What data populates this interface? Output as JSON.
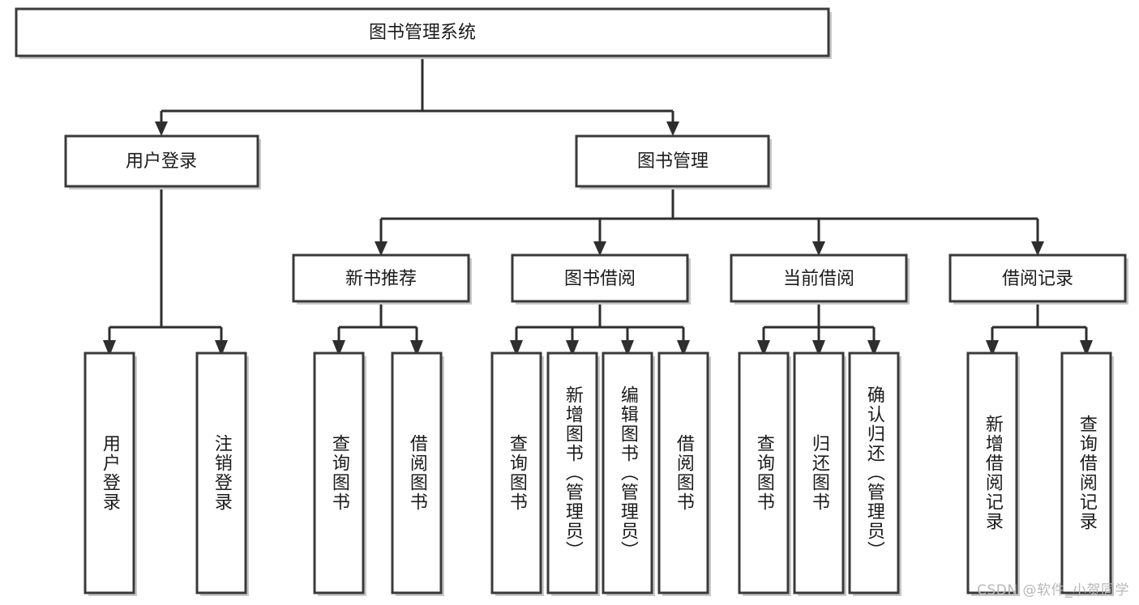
{
  "diagram": {
    "type": "tree-hierarchy",
    "title": "图书管理系统",
    "root": {
      "id": "root",
      "label": "图书管理系统",
      "level": 1,
      "orientation": "horizontal"
    },
    "level2": [
      {
        "id": "user-login",
        "label": "用户登录",
        "level": 2,
        "orientation": "horizontal"
      },
      {
        "id": "book-manage",
        "label": "图书管理",
        "level": 2,
        "orientation": "horizontal"
      }
    ],
    "level3": [
      {
        "id": "new-book-rec",
        "label": "新书推荐",
        "level": 3,
        "orientation": "horizontal",
        "parent": "book-manage"
      },
      {
        "id": "book-borrow",
        "label": "图书借阅",
        "level": 3,
        "orientation": "horizontal",
        "parent": "book-manage"
      },
      {
        "id": "current-borrow",
        "label": "当前借阅",
        "level": 3,
        "orientation": "horizontal",
        "parent": "book-manage"
      },
      {
        "id": "borrow-record",
        "label": "借阅记录",
        "level": 3,
        "orientation": "horizontal",
        "parent": "book-manage"
      }
    ],
    "leaves": [
      {
        "id": "leaf-user-login",
        "label": "用户登录",
        "orientation": "vertical",
        "parent": "user-login"
      },
      {
        "id": "leaf-user-logout",
        "label": "注销登录",
        "orientation": "vertical",
        "parent": "user-login"
      },
      {
        "id": "leaf-query-book-1",
        "label": "查询图书",
        "orientation": "vertical",
        "parent": "new-book-rec"
      },
      {
        "id": "leaf-borrow-book-1",
        "label": "借阅图书",
        "orientation": "vertical",
        "parent": "new-book-rec"
      },
      {
        "id": "leaf-query-book-2",
        "label": "查询图书",
        "orientation": "vertical",
        "parent": "book-borrow"
      },
      {
        "id": "leaf-add-book",
        "label": "新增图书（管理员）",
        "orientation": "vertical",
        "parent": "book-borrow"
      },
      {
        "id": "leaf-edit-book",
        "label": "编辑图书（管理员）",
        "orientation": "vertical",
        "parent": "book-borrow"
      },
      {
        "id": "leaf-borrow-book-2",
        "label": "借阅图书",
        "orientation": "vertical",
        "parent": "book-borrow"
      },
      {
        "id": "leaf-query-book-3",
        "label": "查询图书",
        "orientation": "vertical",
        "parent": "current-borrow"
      },
      {
        "id": "leaf-return-book",
        "label": "归还图书",
        "orientation": "vertical",
        "parent": "current-borrow"
      },
      {
        "id": "leaf-confirm-return",
        "label": "确认归还（管理员）",
        "orientation": "vertical",
        "parent": "current-borrow"
      },
      {
        "id": "leaf-add-record",
        "label": "新增借阅记录",
        "orientation": "vertical",
        "parent": "borrow-record"
      },
      {
        "id": "leaf-query-record",
        "label": "查询借阅记录",
        "orientation": "vertical",
        "parent": "borrow-record"
      }
    ],
    "colors": {
      "box_fill": "#ffffff",
      "box_stroke": "#3a3a3a",
      "connector": "#2e2e2e",
      "text": "#1b1b1b",
      "background": "#ffffff",
      "watermark": "#b8b8b8"
    }
  },
  "watermark": {
    "text": "CSDN @软件_小贺同学"
  }
}
